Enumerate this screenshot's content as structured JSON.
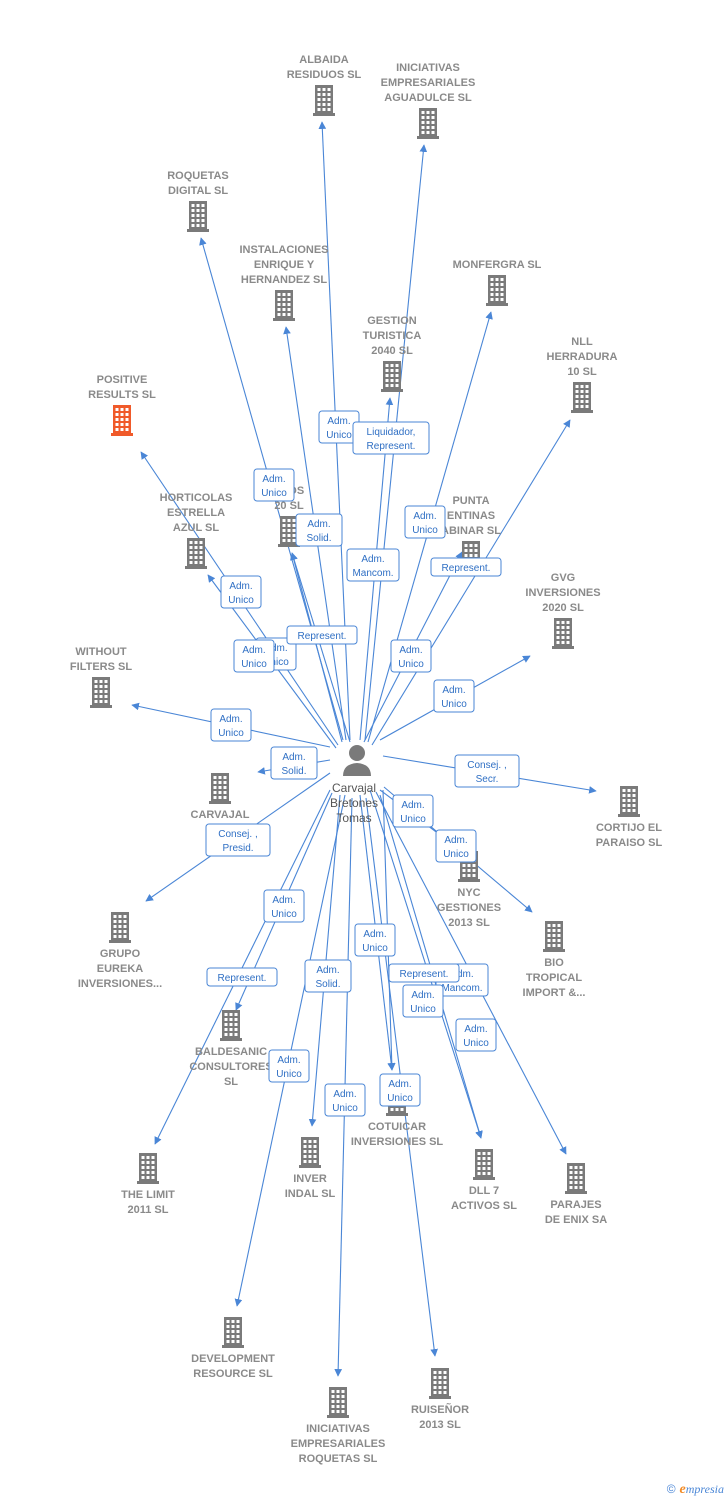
{
  "center": {
    "name_lines": [
      "Carvajal",
      "Bretones",
      "Tomas"
    ],
    "icon": "person-icon"
  },
  "colors": {
    "edge": "#4a86d6",
    "building": "#7a7a7a",
    "highlight": "#f05a2a"
  },
  "companies": [
    {
      "id": "albaida",
      "lines": [
        "ALBAIDA",
        "RESIDUOS SL"
      ],
      "icon": "building-icon"
    },
    {
      "id": "iniciativas-aguadulce",
      "lines": [
        "INICIATIVAS",
        "EMPRESARIALES",
        "AGUADULCE SL"
      ],
      "icon": "building-icon"
    },
    {
      "id": "roquetas-digital",
      "lines": [
        "ROQUETAS",
        "DIGITAL SL"
      ],
      "icon": "building-icon"
    },
    {
      "id": "instalaciones-enrique",
      "lines": [
        "INSTALACIONES",
        "ENRIQUE Y",
        "HERNANDEZ SL"
      ],
      "icon": "building-icon"
    },
    {
      "id": "monfergra",
      "lines": [
        "MONFERGRA SL"
      ],
      "icon": "building-icon"
    },
    {
      "id": "gestion-turistica",
      "lines": [
        "GESTION",
        "TURISTICA",
        "2040  SL"
      ],
      "icon": "building-icon"
    },
    {
      "id": "nll-herradura",
      "lines": [
        "NLL",
        "HERRADURA",
        "10 SL"
      ],
      "icon": "building-icon"
    },
    {
      "id": "positive-results",
      "lines": [
        "POSITIVE",
        "RESULTS  SL"
      ],
      "icon": "building-icon",
      "highlight": true
    },
    {
      "id": "proyectos-2000",
      "lines": [
        "CTOS",
        "20 SL"
      ],
      "icon": "building-icon"
    },
    {
      "id": "horticolas-estrella",
      "lines": [
        "HORTICOLAS",
        "ESTRELLA",
        "AZUL  SL"
      ],
      "icon": "building-icon"
    },
    {
      "id": "punta-sabinar",
      "lines": [
        "PUNTA",
        "ENTINAS",
        "ABINAR SL"
      ],
      "icon": "building-icon"
    },
    {
      "id": "gvg-inversiones",
      "lines": [
        "GVG",
        "INVERSIONES",
        "2020 SL"
      ],
      "icon": "building-icon"
    },
    {
      "id": "without-filters",
      "lines": [
        "WITHOUT",
        "FILTERS  SL"
      ],
      "icon": "building-icon"
    },
    {
      "id": "carvajal-bretones",
      "lines": [
        "CARVAJAL",
        "BRET"
      ],
      "icon": "building-icon"
    },
    {
      "id": "cortijo-paraiso",
      "lines": [
        "CORTIJO EL",
        "PARAISO SL"
      ],
      "icon": "building-icon"
    },
    {
      "id": "nyc-gestiones",
      "lines": [
        "NYC",
        "GESTIONES",
        "2013 SL"
      ],
      "icon": "building-icon"
    },
    {
      "id": "grupo-eureka",
      "lines": [
        "GRUPO",
        "EUREKA",
        "INVERSIONES..."
      ],
      "icon": "building-icon"
    },
    {
      "id": "bio-tropical",
      "lines": [
        "BIO",
        "TROPICAL",
        "IMPORT &..."
      ],
      "icon": "building-icon"
    },
    {
      "id": "baldesanic",
      "lines": [
        "BALDESANIC",
        "CONSULTORES",
        "SL"
      ],
      "icon": "building-icon"
    },
    {
      "id": "cotuicar",
      "lines": [
        "COTUICAR",
        "INVERSIONES SL"
      ],
      "icon": "building-icon"
    },
    {
      "id": "the-limit",
      "lines": [
        "THE LIMIT",
        "2011 SL"
      ],
      "icon": "building-icon"
    },
    {
      "id": "inver-indal",
      "lines": [
        "INVER",
        "INDAL SL"
      ],
      "icon": "building-icon"
    },
    {
      "id": "dll-7-activos",
      "lines": [
        "DLL 7",
        "ACTIVOS SL"
      ],
      "icon": "building-icon"
    },
    {
      "id": "parajes-enix",
      "lines": [
        "PARAJES",
        "DE ENIX SA"
      ],
      "icon": "building-icon"
    },
    {
      "id": "development-resource",
      "lines": [
        "DEVELOPMENT",
        "RESOURCE SL"
      ],
      "icon": "building-icon"
    },
    {
      "id": "ruisenor",
      "lines": [
        "RUISEÑOR",
        "2013 SL"
      ],
      "icon": "building-icon"
    },
    {
      "id": "iniciativas-roquetas",
      "lines": [
        "INICIATIVAS",
        "EMPRESARIALES",
        "ROQUETAS SL"
      ],
      "icon": "building-icon"
    }
  ],
  "relations": [
    {
      "to": "albaida",
      "label": [
        "Adm.",
        "Unico"
      ]
    },
    {
      "to": "iniciativas-aguadulce",
      "label": [
        "Adm.",
        "Mancom."
      ]
    },
    {
      "to": "roquetas-digital",
      "label": [
        "Adm.",
        "Unico"
      ]
    },
    {
      "to": "instalaciones-enrique",
      "label": [
        "Adm.",
        "Solid."
      ]
    },
    {
      "to": "monfergra",
      "label": [
        "Adm.",
        "Unico"
      ]
    },
    {
      "to": "gestion-turistica",
      "label": [
        "Liquidador,",
        "Represent."
      ]
    },
    {
      "to": "nll-herradura",
      "label": [
        "Represent."
      ]
    },
    {
      "to": "positive-results",
      "label": [
        "Adm.",
        "Unico"
      ]
    },
    {
      "to": "proyectos-2000",
      "label": [
        "Adm.",
        "Unico"
      ]
    },
    {
      "to": "horticolas-estrella",
      "label": [
        "Adm.",
        "Unico"
      ]
    },
    {
      "to": "punta-sabinar",
      "label": [
        "Adm.",
        "Unico"
      ]
    },
    {
      "to": "gvg-inversiones",
      "label": [
        "Adm.",
        "Unico"
      ]
    },
    {
      "to": "without-filters",
      "label": [
        "Adm.",
        "Unico"
      ]
    },
    {
      "to": "carvajal-bretones",
      "label": [
        "Adm.",
        "Solid."
      ]
    },
    {
      "to": "cortijo-paraiso",
      "label": [
        "Consej. ,",
        "Secr."
      ]
    },
    {
      "to": "nyc-gestiones",
      "label": [
        "Adm.",
        "Unico"
      ]
    },
    {
      "to": "grupo-eureka",
      "label": [
        "Consej. ,",
        "Presid."
      ]
    },
    {
      "to": "bio-tropical",
      "label": [
        "Adm.",
        "Unico"
      ]
    },
    {
      "to": "baldesanic",
      "label": [
        "Adm.",
        "Unico"
      ]
    },
    {
      "to": "cotuicar",
      "label": [
        "Represent."
      ]
    },
    {
      "to": "the-limit",
      "label": [
        "Adm.",
        "Unico"
      ]
    },
    {
      "to": "inver-indal",
      "label": [
        "Adm.",
        "Solid."
      ]
    },
    {
      "to": "dll-7-activos",
      "label": [
        "Adm.",
        "Mancom."
      ]
    },
    {
      "to": "parajes-enix",
      "label": [
        "Represent."
      ]
    },
    {
      "to": "development-resource",
      "label": [
        "Adm.",
        "Unico"
      ]
    },
    {
      "to": "ruisenor",
      "label": [
        "Adm.",
        "Unico"
      ]
    },
    {
      "to": "iniciativas-roquetas",
      "label": [
        "Adm.",
        "Unico"
      ]
    },
    {
      "to": "dll-7-activos",
      "label": [
        "Adm.",
        "Unico"
      ]
    },
    {
      "to": "cotuicar",
      "label": [
        "Adm.",
        "Unico"
      ]
    },
    {
      "to": "proyectos-2000",
      "label": [
        "Represent."
      ]
    }
  ],
  "footer": {
    "copyright": "©",
    "brand_first": "e",
    "brand_rest": "mpresia"
  }
}
